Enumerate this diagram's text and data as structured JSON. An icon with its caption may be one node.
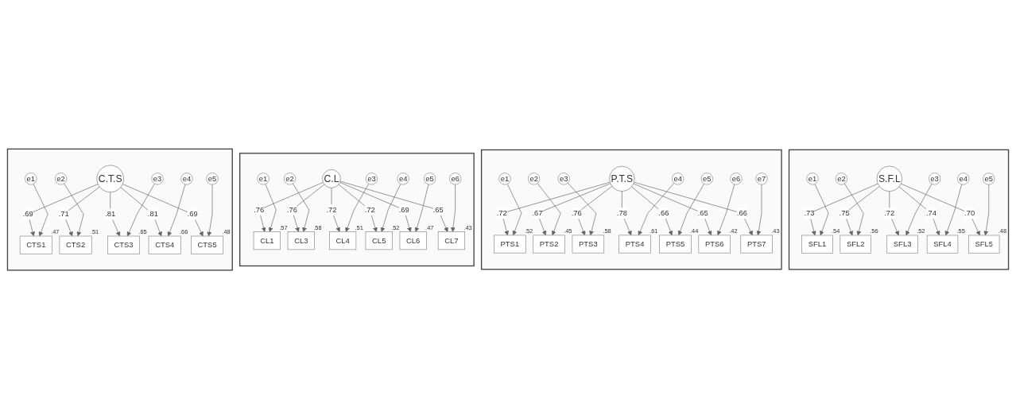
{
  "diagram": {
    "nodes": [
      {
        "text": [],
        "shape": "box"
      },
      {
        "text": [
          "C.T.S"
        ],
        "in": 0
      },
      {
        "text": [
          "CTS1"
        ],
        "beside": [
          ".47"
        ],
        "in": 0
      },
      {
        "text": [
          "CTS2"
        ],
        "beside": [
          ".51"
        ],
        "in": 0
      },
      {
        "text": [
          "CTS3"
        ],
        "beside": [
          ".65"
        ],
        "in": 0
      },
      {
        "text": [
          "CTS4"
        ],
        "beside": [
          ".66"
        ],
        "in": 0
      },
      {
        "text": [
          "CTS5"
        ],
        "beside": [
          ".48"
        ],
        "in": 0
      },
      {
        "text": [
          "e1"
        ],
        "in": 0
      },
      {
        "text": [
          "e2"
        ],
        "in": 0
      },
      {
        "text": [
          "e3"
        ],
        "in": 0
      },
      {
        "text": [
          "e4"
        ],
        "in": 0
      },
      {
        "text": [
          "e5"
        ],
        "in": 0
      },
      {
        "text": [],
        "shape": "box"
      },
      {
        "text": [
          "C.L"
        ],
        "in": 12
      },
      {
        "text": [
          "CL1"
        ],
        "beside": [
          ".57"
        ],
        "in": 12
      },
      {
        "text": [
          "CL3"
        ],
        "beside": [
          ".58"
        ],
        "in": 12
      },
      {
        "text": [
          "CL4"
        ],
        "beside": [
          ".51"
        ],
        "in": 12
      },
      {
        "text": [
          "CL5"
        ],
        "beside": [
          ".52"
        ],
        "in": 12
      },
      {
        "text": [
          "CL6"
        ],
        "beside": [
          ".47"
        ],
        "in": 12
      },
      {
        "text": [
          "CL7"
        ],
        "beside": [
          ".43"
        ],
        "in": 12
      },
      {
        "text": [
          "e1"
        ],
        "in": 12
      },
      {
        "text": [
          "e2"
        ],
        "in": 12
      },
      {
        "text": [
          "e3"
        ],
        "in": 12
      },
      {
        "text": [
          "e4"
        ],
        "in": 12
      },
      {
        "text": [
          "e5"
        ],
        "in": 12
      },
      {
        "text": [
          "e6"
        ],
        "in": 12
      },
      {
        "text": [],
        "shape": "box"
      },
      {
        "text": [
          "P.T.S"
        ],
        "in": 26
      },
      {
        "text": [
          "PTS1"
        ],
        "beside": [
          ".52"
        ],
        "in": 26
      },
      {
        "text": [
          "PTS2"
        ],
        "beside": [
          ".45"
        ],
        "in": 26
      },
      {
        "text": [
          "PTS3"
        ],
        "beside": [
          ".58"
        ],
        "in": 26
      },
      {
        "text": [
          "PTS4"
        ],
        "beside": [
          ".61"
        ],
        "in": 26
      },
      {
        "text": [
          "PTS5"
        ],
        "beside": [
          ".44"
        ],
        "in": 26
      },
      {
        "text": [
          "PTS6"
        ],
        "beside": [
          ".42"
        ],
        "in": 26
      },
      {
        "text": [
          "PTS7"
        ],
        "beside": [
          ".43"
        ],
        "in": 26
      },
      {
        "text": [
          "e1"
        ],
        "in": 26
      },
      {
        "text": [
          "e2"
        ],
        "in": 26
      },
      {
        "text": [
          "e3"
        ],
        "in": 26
      },
      {
        "text": [
          "e4"
        ],
        "in": 26
      },
      {
        "text": [
          "e5"
        ],
        "in": 26
      },
      {
        "text": [
          "e6"
        ],
        "in": 26
      },
      {
        "text": [
          "e7"
        ],
        "in": 26
      },
      {
        "text": [],
        "shape": "box"
      },
      {
        "text": [
          "S.F.L"
        ],
        "in": 42
      },
      {
        "text": [
          "SFL1"
        ],
        "beside": [
          ".54"
        ],
        "in": 42
      },
      {
        "text": [
          "SFL2"
        ],
        "beside": [
          ".56"
        ],
        "in": 42
      },
      {
        "text": [
          "SFL3"
        ],
        "beside": [
          ".52"
        ],
        "in": 42
      },
      {
        "text": [
          "SFL4"
        ],
        "beside": [
          ".55"
        ],
        "in": 42
      },
      {
        "text": [
          "SFL5"
        ],
        "beside": [
          ".48"
        ],
        "in": 42
      },
      {
        "text": [
          "e1"
        ],
        "in": 42
      },
      {
        "text": [
          "e2"
        ],
        "in": 42
      },
      {
        "text": [
          "e3"
        ],
        "in": 42
      },
      {
        "text": [
          "e4"
        ],
        "in": 42
      },
      {
        "text": [
          "e5"
        ],
        "in": 42
      }
    ],
    "edges": [
      {
        "from": 1,
        "to": 2,
        "arrow": "to",
        "label": ".69"
      },
      {
        "from": 1,
        "to": 3,
        "arrow": "to",
        "label": ".71"
      },
      {
        "from": 1,
        "to": 4,
        "arrow": "to",
        "label": ".81"
      },
      {
        "from": 1,
        "to": 5,
        "arrow": "to",
        "label": ".81"
      },
      {
        "from": 1,
        "to": 6,
        "arrow": "to",
        "label": ".69"
      },
      {
        "from": 7,
        "to": 2,
        "arrow": "to"
      },
      {
        "from": 8,
        "to": 3,
        "arrow": "to"
      },
      {
        "from": 9,
        "to": 4,
        "arrow": "to"
      },
      {
        "from": 10,
        "to": 5,
        "arrow": "to"
      },
      {
        "from": 11,
        "to": 6,
        "arrow": "to"
      },
      {
        "from": 13,
        "to": 14,
        "arrow": "to",
        "label": ".76"
      },
      {
        "from": 13,
        "to": 15,
        "arrow": "to",
        "label": ".76"
      },
      {
        "from": 13,
        "to": 16,
        "arrow": "to",
        "label": ".72"
      },
      {
        "from": 13,
        "to": 17,
        "arrow": "to",
        "label": ".72"
      },
      {
        "from": 13,
        "to": 18,
        "arrow": "to",
        "label": ".69"
      },
      {
        "from": 13,
        "to": 19,
        "arrow": "to",
        "label": ".65"
      },
      {
        "from": 20,
        "to": 14,
        "arrow": "to"
      },
      {
        "from": 21,
        "to": 15,
        "arrow": "to"
      },
      {
        "from": 22,
        "to": 16,
        "arrow": "to"
      },
      {
        "from": 23,
        "to": 17,
        "arrow": "to"
      },
      {
        "from": 24,
        "to": 18,
        "arrow": "to"
      },
      {
        "from": 25,
        "to": 19,
        "arrow": "to"
      },
      {
        "from": 27,
        "to": 28,
        "arrow": "to",
        "label": ".72"
      },
      {
        "from": 27,
        "to": 29,
        "arrow": "to",
        "label": ".67"
      },
      {
        "from": 27,
        "to": 30,
        "arrow": "to",
        "label": ".76"
      },
      {
        "from": 27,
        "to": 31,
        "arrow": "to",
        "label": ".78"
      },
      {
        "from": 27,
        "to": 32,
        "arrow": "to",
        "label": ".66"
      },
      {
        "from": 27,
        "to": 33,
        "arrow": "to",
        "label": ".65"
      },
      {
        "from": 27,
        "to": 34,
        "arrow": "to",
        "label": ".66"
      },
      {
        "from": 35,
        "to": 28,
        "arrow": "to"
      },
      {
        "from": 36,
        "to": 29,
        "arrow": "to"
      },
      {
        "from": 37,
        "to": 30,
        "arrow": "to"
      },
      {
        "from": 38,
        "to": 31,
        "arrow": "to"
      },
      {
        "from": 39,
        "to": 32,
        "arrow": "to"
      },
      {
        "from": 40,
        "to": 33,
        "arrow": "to"
      },
      {
        "from": 41,
        "to": 34,
        "arrow": "to"
      },
      {
        "from": 43,
        "to": 44,
        "arrow": "to",
        "label": ".73"
      },
      {
        "from": 43,
        "to": 45,
        "arrow": "to",
        "label": ".75"
      },
      {
        "from": 43,
        "to": 46,
        "arrow": "to",
        "label": ".72"
      },
      {
        "from": 43,
        "to": 47,
        "arrow": "to",
        "label": ".74"
      },
      {
        "from": 43,
        "to": 48,
        "arrow": "to",
        "label": ".70"
      },
      {
        "from": 49,
        "to": 44,
        "arrow": "to"
      },
      {
        "from": 50,
        "to": 45,
        "arrow": "to"
      },
      {
        "from": 51,
        "to": 46,
        "arrow": "to"
      },
      {
        "from": 52,
        "to": 47,
        "arrow": "to"
      },
      {
        "from": 53,
        "to": 48,
        "arrow": "to"
      }
    ]
  }
}
